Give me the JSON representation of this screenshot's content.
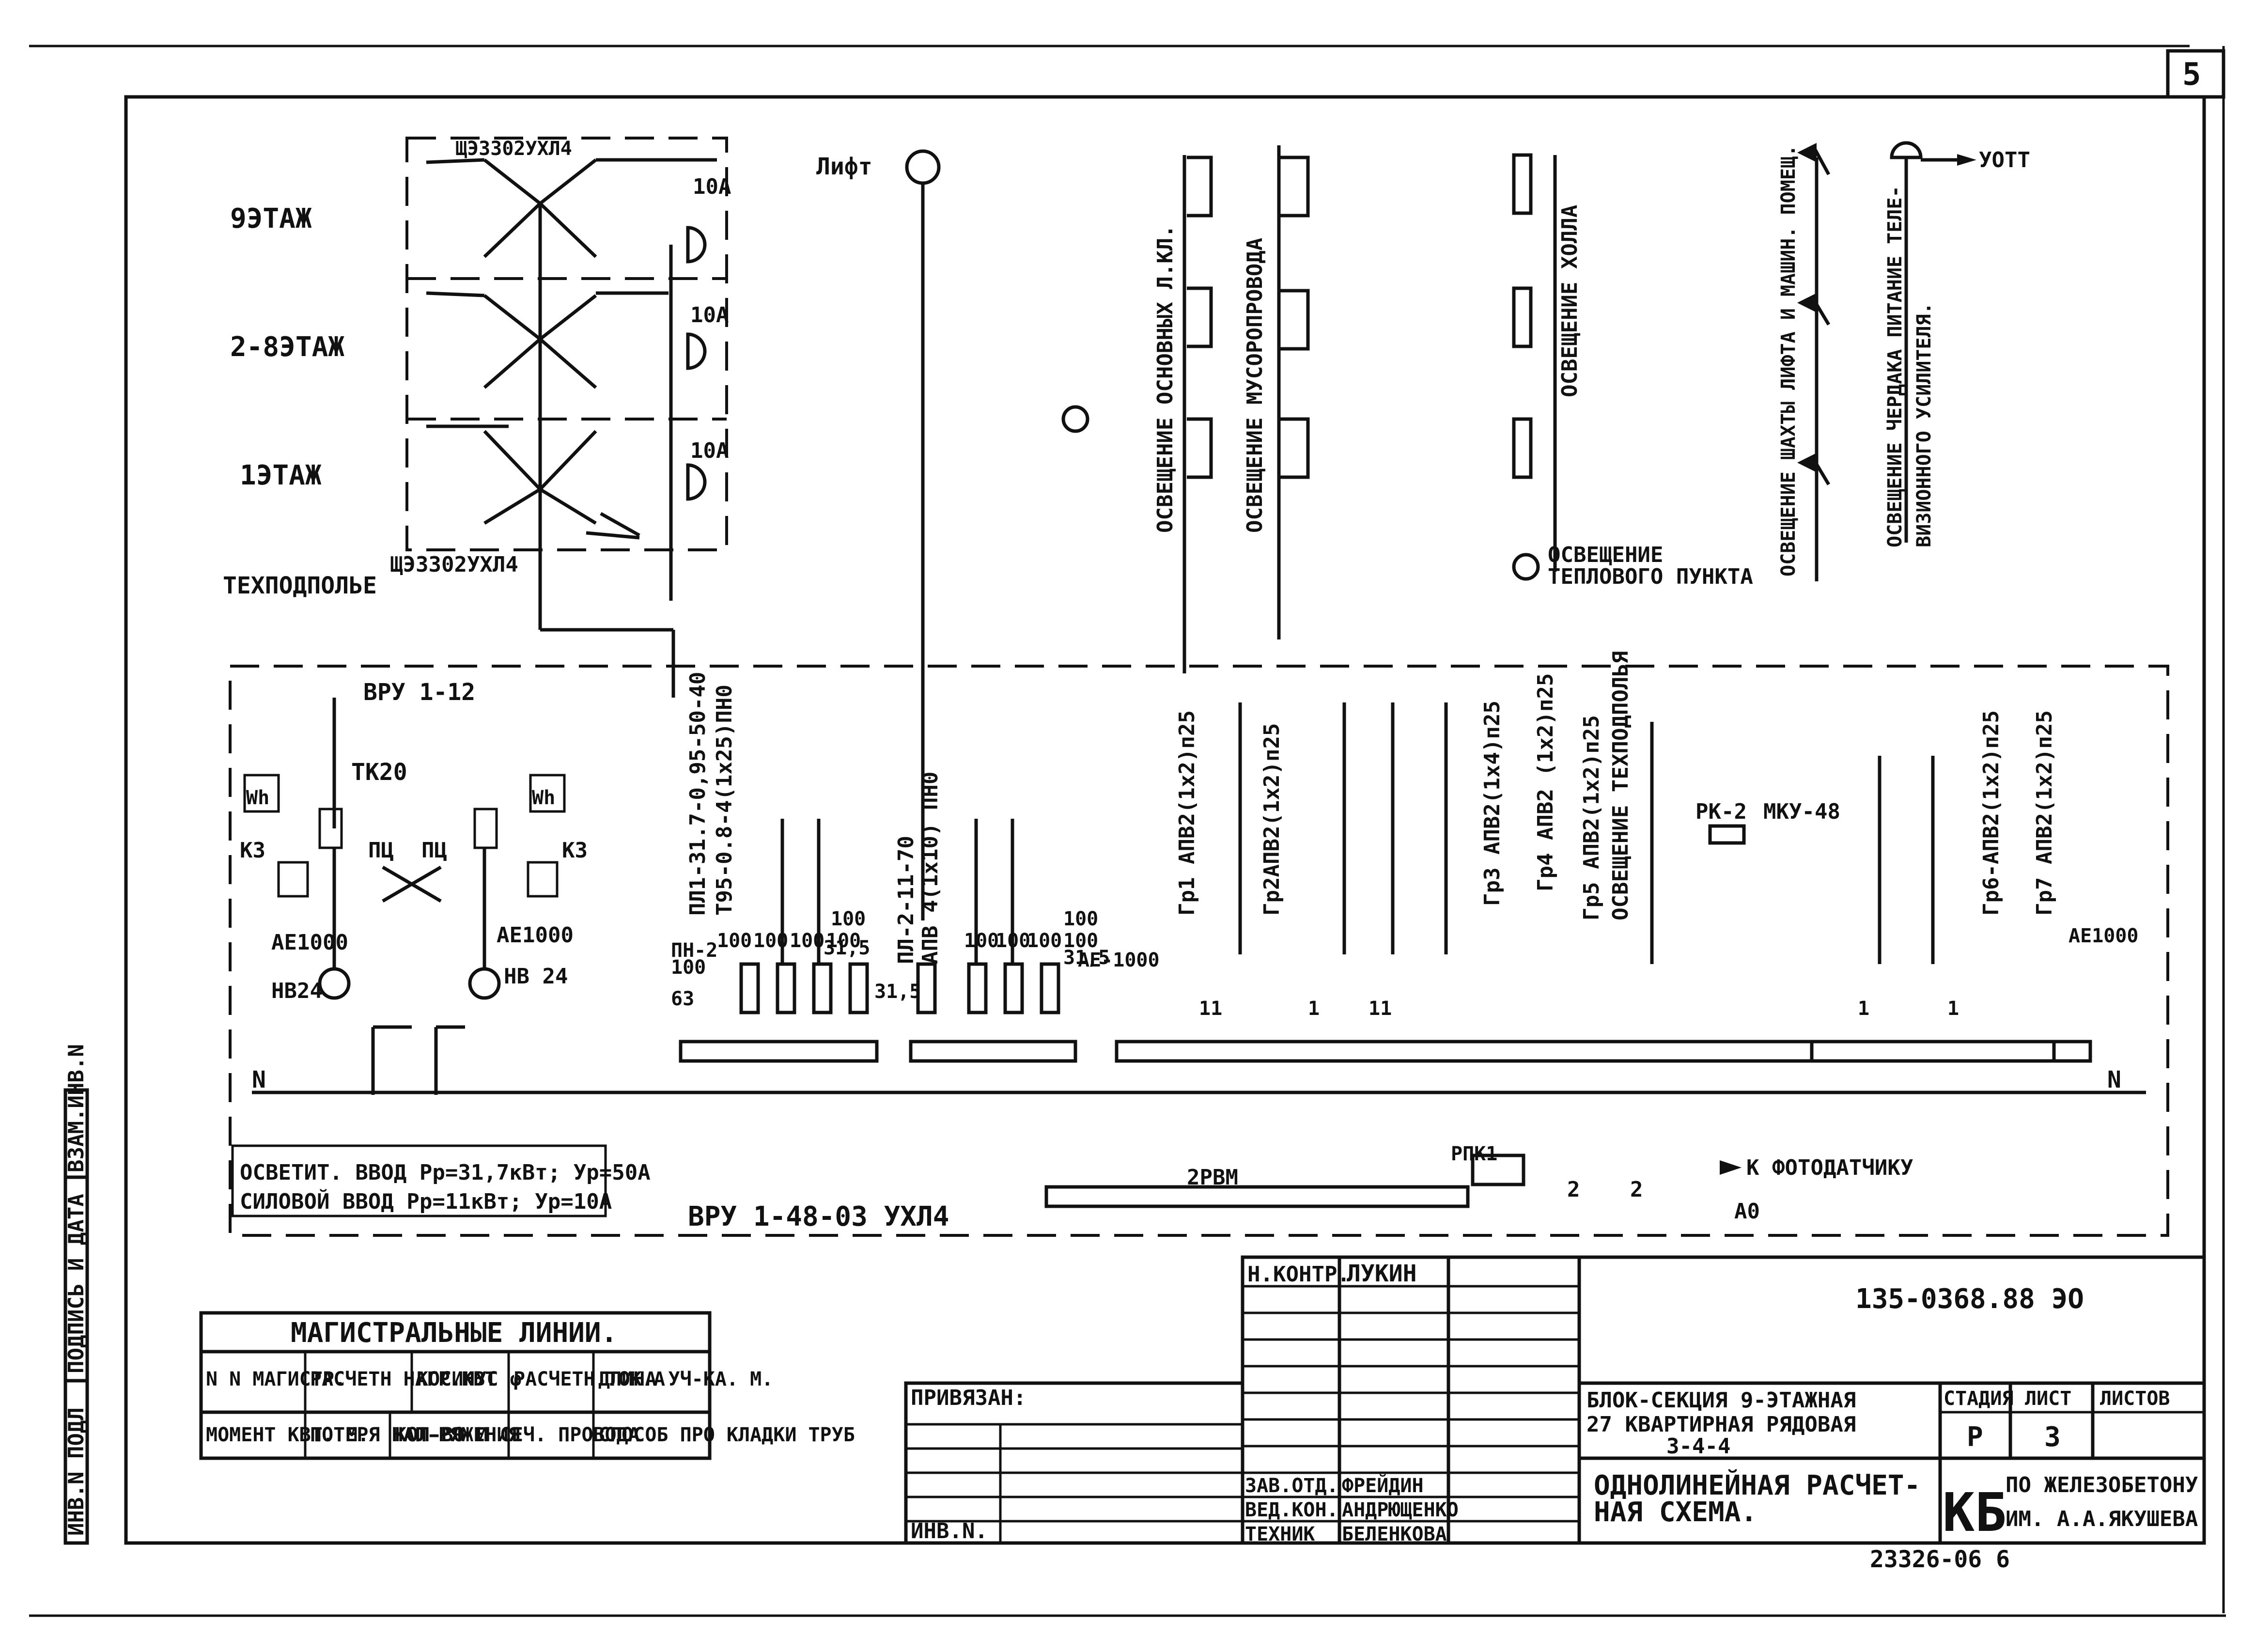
{
  "sheet_corner": "5",
  "floors": {
    "f9": "9ЭТАЖ",
    "f2_8": "2-8ЭТАЖ",
    "f1": "1ЭТАЖ",
    "basement": "ТЕХПОДПОЛЬЕ"
  },
  "panel_top": "ЩЭЗЗ02УХЛ4",
  "panel_bottom": "ЩЭЗЗ02УХЛ4",
  "fuse_ratings": [
    "10А",
    "10А",
    "10А"
  ],
  "lift_label": "Лифт",
  "lighting_groups": {
    "main_stairs": "ОСВЕЩЕНИЕ ОСНОВНЫХ Л.КЛ.",
    "garbage_chute": "ОСВЕЩЕНИЕ МУСОРОПРОВОДА",
    "hall": "ОСВЕЩЕНИЕ ХОЛЛА",
    "heat_point_1": "ОСВЕЩЕНИЕ",
    "heat_point_2": "ТЕПЛОВОГО ПУНКТА",
    "lift_shaft": "ОСВЕЩЕНИЕ ШАХТЫ ЛИФТА И МАШИН. ПОМЕЩ.",
    "attic_1": "ОСВЕЩЕНИЕ ЧЕРДАКА ПИТАНИЕ ТЕЛЕ-",
    "attic_2": "ВИЗИОННОГО УСИЛИТЕЛЯ.",
    "uott": "УОТТ"
  },
  "vru": {
    "label": "ВРУ 1-12",
    "tk": "ТК20",
    "k3_left": "К3",
    "k3_right": "К3",
    "wh": "Wh",
    "pc1": "ПЦ",
    "pc2": "ПЦ",
    "ae_left": "АЕ1000",
    "ae_right": "АЕ1000",
    "hb_left": "НВ24",
    "hb_right": "НВ 24",
    "n_left": "N",
    "n_right": "N",
    "lighting_input": "ОСВЕТИТ. ВВОД Рр=31,7кВт; Ур=50А",
    "power_input": "СИЛОВОЙ ВВОД Рр=11кВт; Ур=10А",
    "bottom_label": "ВРУ 1-48-03 УХЛ4"
  },
  "cables": {
    "c1_1": "ПЛ1-31.7-0,95-50-40",
    "c1_2": "Т95-0.8-4(1х25)ПН0",
    "c2_1": "ПЛ-2-11-70",
    "c2_2": "АПВ 4(1х10) ПН0",
    "gr1": "Гр1 АПВ2(1х2)п25",
    "gr2": "Гр2АПВ2(1х2)п25",
    "gr3": "Гр3 АПВ2(1х4)п25",
    "gr4": "Гр4 АПВ2 (1х2)п25",
    "gr5_1": "Гр5 АПВ2(1х2)п25",
    "gr5_2": "ОСВЕЩЕНИЕ ТЕХПОДПОЛЬЯ",
    "gr6": "Гр6-АПВ2(1х2)п25",
    "gr7": "Гр7 АПВ2(1х2)п25"
  },
  "fuses_1": {
    "pn": "ПН-2",
    "first_top": "100",
    "first_bottom": "63",
    "ratings": [
      "100",
      "100",
      "100",
      "100",
      "100"
    ],
    "extra": "31,5",
    "extra2": "31,5"
  },
  "fuses_2": {
    "ratings": [
      "100",
      "100",
      "100",
      "100"
    ],
    "extra": "100",
    "extra2": "31,5"
  },
  "breakers": {
    "ae_main": "АЕ-1000",
    "ae_right": "АЕ1000",
    "counts": [
      "11",
      "1",
      "11",
      "1",
      "1"
    ]
  },
  "control": {
    "rk2": "РК-2",
    "mku": "МКУ-48",
    "rpk": "РПК1",
    "rvm": "2РВМ",
    "photo": "К ФОТОДАТЧИКУ",
    "a0": "А0",
    "n2a": "2",
    "n2b": "2"
  },
  "mains_table": {
    "title": "МАГИСТРАЛЬНЫЕ ЛИНИИ.",
    "headers_1": [
      "N N МАГИСТР.",
      "РАСЧЕТН НАГР.КВТ",
      "КОСИНУС φ",
      "РАСЧЕТН ТОК.А",
      "ДЛИНА УЧ-КА. М."
    ],
    "headers_2": [
      "МОМЕНТ КВТ. М.",
      "ПОТЕРЯ НАП-РЯЖЕНИЯ",
      "КОЛ-ВО И СЕЧ. ПРОВОДА",
      "СПОСОБ ПРО КЛАДКИ ТРУБ"
    ]
  },
  "side_stamp": {
    "col1": "ИНВ.N ПОДЛ",
    "col2": "ПОДПИСЬ И ДАТА",
    "col3": "ВЗАМ.ИНВ.N"
  },
  "title_block": {
    "n_kontr": "Н.КОНТР.",
    "lukin": "ЛУКИН",
    "code": "135-0368.88 ЭО",
    "privyazan": "ПРИВЯЗАН:",
    "inv": "ИНВ.N.",
    "block_1": "БЛОК-СЕКЦИЯ 9-ЭТАЖНАЯ",
    "block_2": "27 КВАРТИРНАЯ РЯДОВАЯ",
    "block_3": "3-4-4",
    "stage_h": "СТАДИЯ",
    "sheet_h": "ЛИСТ",
    "sheets_h": "ЛИСТОВ",
    "stage_v": "Р",
    "sheet_v": "3",
    "desc_1": "ОДНОЛИНЕЙНАЯ РАСЧЕТ-",
    "desc_2": "НАЯ СХЕМА.",
    "kb": "КБ",
    "org_1": "ПО ЖЕЛЕЗОБЕТОНУ",
    "org_2": "ИМ. А.А.ЯКУШЕВА",
    "role1": "ЗАВ.ОТД.",
    "role2": "ВЕД.КОН.",
    "role3": "ТЕХНИК",
    "name1": "ФРЕЙДИН",
    "name2": "АНДРЮЩЕНКО",
    "name3": "БЕЛЕНКОВА",
    "archive": "23326-06 6"
  }
}
